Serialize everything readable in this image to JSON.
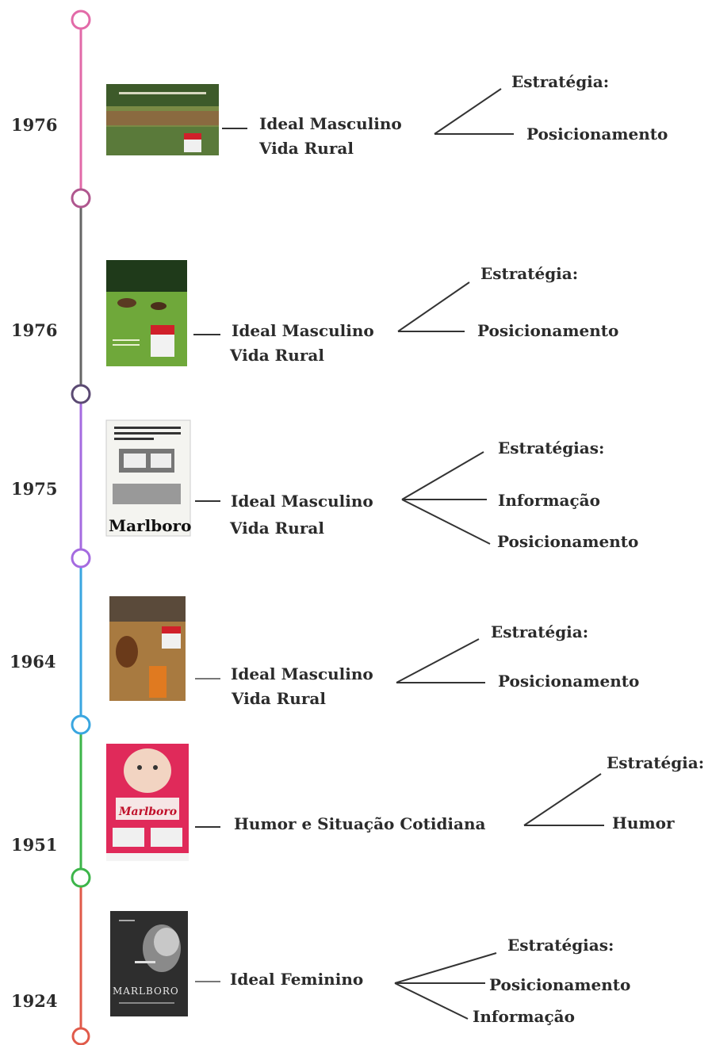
{
  "entries": [
    {
      "year": "1976",
      "theme_lines": [
        "Ideal Masculino",
        "Vida Rural"
      ],
      "strategy_title": "Estratégia:",
      "strategy_items": [
        "Posicionamento"
      ],
      "thumbnail": "rural-horses-ad",
      "segment_color": "#e26aa8"
    },
    {
      "year": "1976",
      "theme_lines": [
        "Ideal Masculino",
        "Vida Rural"
      ],
      "strategy_title": "Estratégia:",
      "strategy_items": [
        "Posicionamento"
      ],
      "thumbnail": "green-field-horses-ad",
      "segment_color": "#666666"
    },
    {
      "year": "1975",
      "theme_lines": [
        "Ideal Masculino",
        "Vida Rural"
      ],
      "strategy_title": "Estratégias:",
      "strategy_items": [
        "Informação",
        "Posicionamento"
      ],
      "thumbnail": "marlboro-packs-ad",
      "thumbnail_text": "Marlboro",
      "segment_color": "#a56be0"
    },
    {
      "year": "1964",
      "theme_lines": [
        "Ideal Masculino",
        "Vida Rural"
      ],
      "strategy_title": "Estratégia:",
      "strategy_items": [
        "Posicionamento"
      ],
      "thumbnail": "cowboy-horse-ad",
      "segment_color": "#3aa6e0"
    },
    {
      "year": "1951",
      "theme_lines": [
        "Humor e Situação Cotidiana"
      ],
      "strategy_title": "Estratégia:",
      "strategy_items": [
        "Humor"
      ],
      "thumbnail": "baby-marlboro-ad",
      "thumbnail_text": "Marlboro",
      "segment_color": "#3db54a"
    },
    {
      "year": "1924",
      "theme_lines": [
        "Ideal Feminino"
      ],
      "strategy_title": "Estratégias:",
      "strategy_items": [
        "Posicionamento",
        "Informação"
      ],
      "thumbnail": "woman-smoking-ad",
      "thumbnail_text": "MARLBORO",
      "segment_color": "#e05a4a"
    }
  ],
  "node_colors": [
    "#e26aa8",
    "#b0578f",
    "#5b4a73",
    "#a56be0",
    "#3aa6e0",
    "#3db54a",
    "#e05a4a"
  ],
  "line_color": "#333333"
}
